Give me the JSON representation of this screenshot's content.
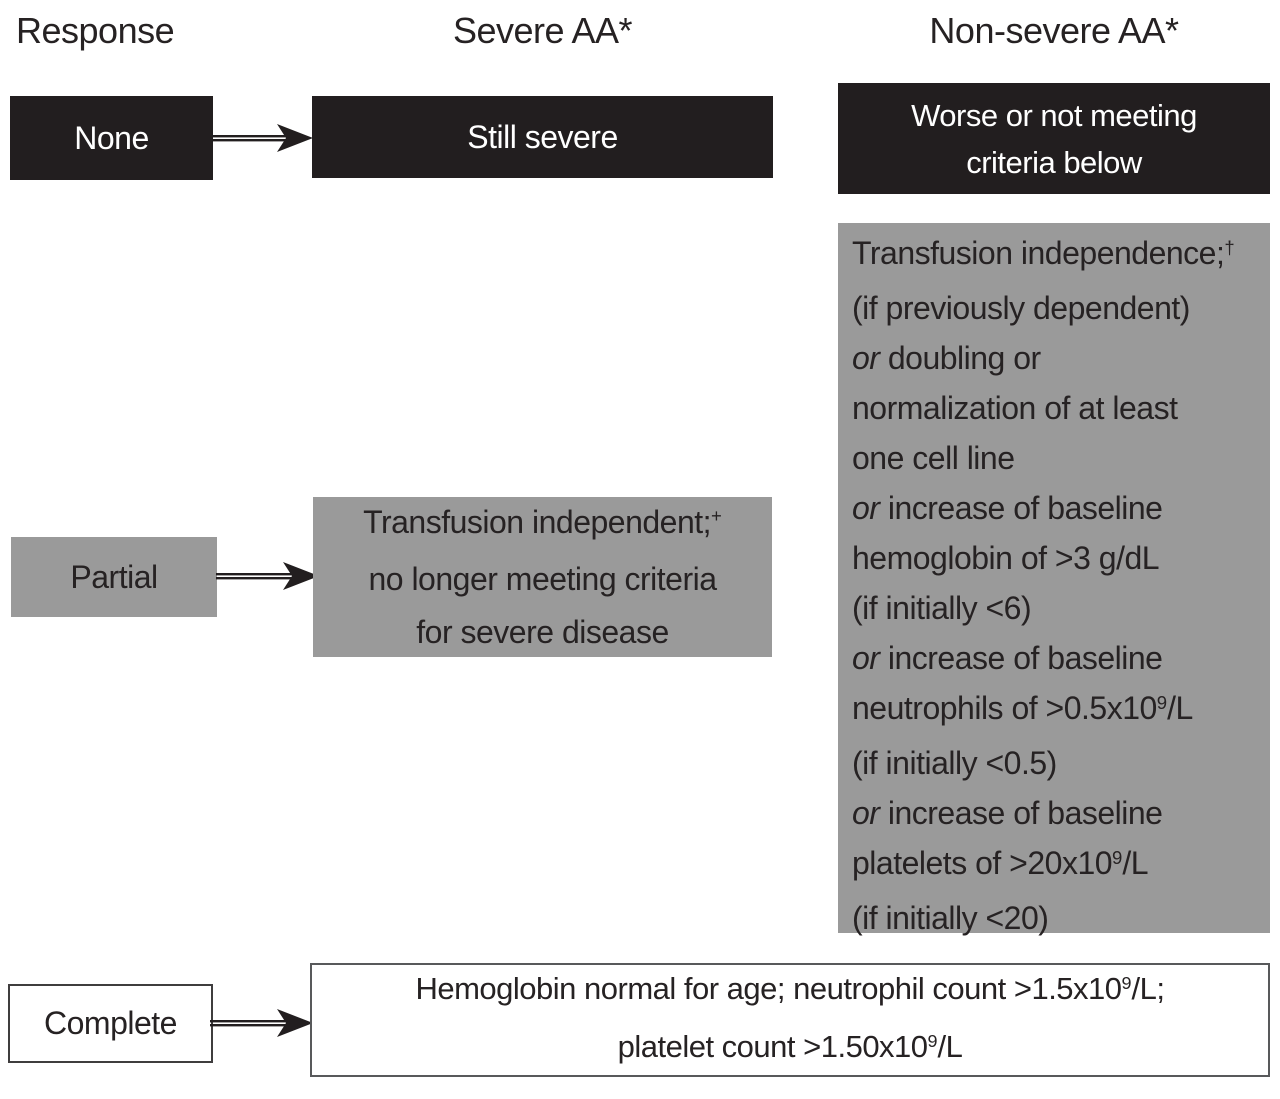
{
  "figure": {
    "columns": {
      "response_header": "Response",
      "severe_header": "Severe AA*",
      "non_severe_header": "Non-severe AA*"
    },
    "row_none": {
      "label": "None",
      "severe_result": "Still severe",
      "non_severe_result_lines": [
        "Worse or not meeting",
        "criteria below"
      ]
    },
    "non_severe_criteria_lines": [
      [
        {
          "t": "Transfusion independence;"
        },
        {
          "t": "†",
          "s": "sup"
        }
      ],
      [
        {
          "t": "(if previously dependent)"
        }
      ],
      [
        {
          "t": "or",
          "s": "i"
        },
        {
          "t": " doubling or"
        }
      ],
      [
        {
          "t": "normalization of at least"
        }
      ],
      [
        {
          "t": "one cell line"
        }
      ],
      [
        {
          "t": "or",
          "s": "i"
        },
        {
          "t": " increase of baseline"
        }
      ],
      [
        {
          "t": "hemoglobin of >3 g/dL"
        }
      ],
      [
        {
          "t": "(if initially <6)"
        }
      ],
      [
        {
          "t": "or",
          "s": "i"
        },
        {
          "t": " increase of baseline"
        }
      ],
      [
        {
          "t": "neutrophils of >0.5x10"
        },
        {
          "t": "9",
          "s": "sup"
        },
        {
          "t": "/L"
        }
      ],
      [
        {
          "t": "(if initially <0.5)"
        }
      ],
      [
        {
          "t": "or",
          "s": "i"
        },
        {
          "t": " increase of baseline"
        }
      ],
      [
        {
          "t": "platelets of >20x10"
        },
        {
          "t": "9",
          "s": "sup"
        },
        {
          "t": "/L"
        }
      ],
      [
        {
          "t": "(if initially <20)"
        }
      ]
    ],
    "row_partial": {
      "label": "Partial",
      "severe_result_lines": [
        [
          {
            "t": "Transfusion independent;"
          },
          {
            "t": "+",
            "s": "sup"
          }
        ],
        [
          {
            "t": "no longer meeting criteria"
          }
        ],
        [
          {
            "t": "for severe disease"
          }
        ]
      ]
    },
    "row_complete": {
      "label": "Complete",
      "result_lines": [
        [
          {
            "t": "Hemoglobin normal for age; neutrophil count >1.5x10"
          },
          {
            "t": "9",
            "s": "sup"
          },
          {
            "t": "/L;"
          }
        ],
        [
          {
            "t": "platelet count >1.50x10"
          },
          {
            "t": "9",
            "s": "sup"
          },
          {
            "t": "/L"
          }
        ]
      ]
    },
    "colors": {
      "box_black": "#221e1f",
      "box_gray": "#9a9a9a",
      "text_light": "#ffffff",
      "text_dark": "#262223",
      "outline_dark": "#3f3d3e",
      "outline_gray": "#58595b",
      "background": "#ffffff"
    }
  }
}
